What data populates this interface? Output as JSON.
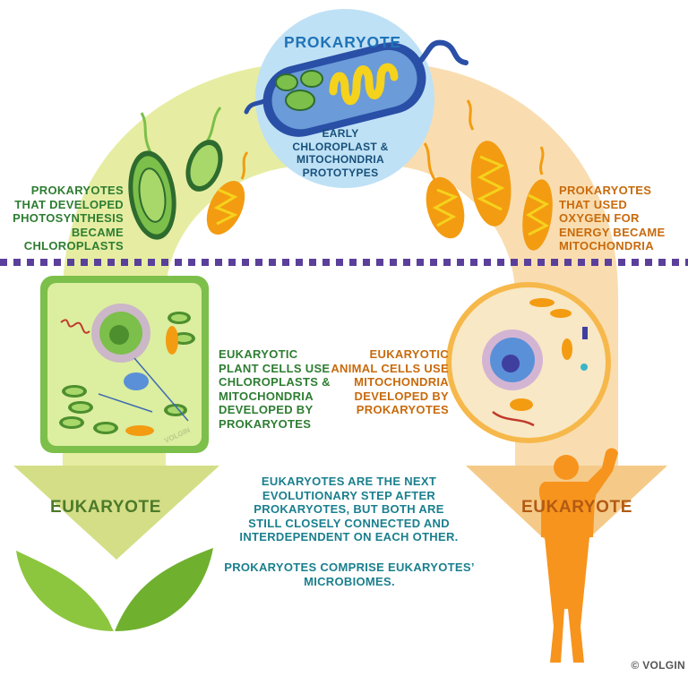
{
  "prokaryote": {
    "title": "PROKARYOTE",
    "caption": "EARLY\nCHLOROPLAST &\nMITOCHONDRIA\nPROTOTYPES"
  },
  "left": {
    "origin_label": "PROKARYOTES\nTHAT DEVELOPED\nPHOTOSYNTHESIS\nBECAME\nCHLOROPLASTS",
    "cell_label": "EUKARYOTIC\nPLANT CELLS USE\nCHLOROPLASTS &\nMITOCHONDRIA\nDEVELOPED BY\nPROKARYOTES",
    "arrow_label": "EUKARYOTE",
    "cell_watermark": "VOLGIN"
  },
  "right": {
    "origin_label": "PROKARYOTES\nTHAT USED\nOXYGEN FOR\nENERGY BECAME\nMITOCHONDRIA",
    "cell_label": "EUKARYOTIC\nANIMAL CELLS USE\nMITOCHONDRIA\nDEVELOPED BY\nPROKARYOTES",
    "arrow_label": "EUKARYOTE"
  },
  "center": {
    "text_1": "EUKARYOTES ARE THE NEXT\nEVOLUTIONARY STEP AFTER\nPROKARYOTES, BUT BOTH ARE\nSTILL CLOSELY CONNECTED AND\nINTERDEPENDENT ON EACH OTHER.",
    "text_2": "PROKARYOTES COMPRISE EUKARYOTES’\nMICROBIOMES."
  },
  "credit": "© VOLGIN",
  "colors": {
    "green_text": "#2e7d32",
    "orange_text": "#c86a0c",
    "teal_text": "#1a7f8e",
    "prokaryote_title": "#1f73b8",
    "arrow_left": "#e6eda2",
    "arrow_right": "#f9ddb0",
    "divider": "#5a3f9b"
  }
}
